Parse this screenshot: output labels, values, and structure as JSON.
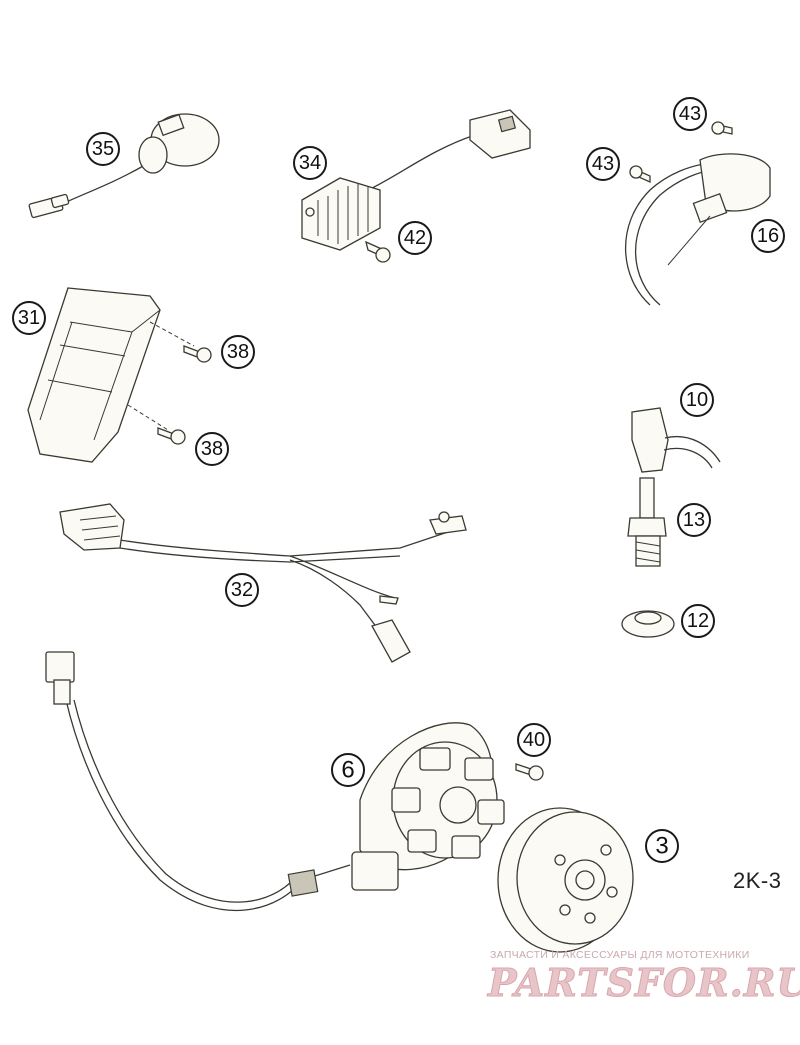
{
  "diagram_code": "2K-3",
  "watermark": {
    "tagline": "ЗАПЧАСТИ И АКСЕССУАРЫ ДЛЯ МОТОТЕХНИКИ",
    "logo": "PARTSFOR.RU"
  },
  "callouts": {
    "c35": "35",
    "c34": "34",
    "c42": "42",
    "c43a": "43",
    "c43b": "43",
    "c16": "16",
    "c31": "31",
    "c38a": "38",
    "c38b": "38",
    "c10": "10",
    "c13": "13",
    "c32": "32",
    "c12": "12",
    "c40": "40",
    "c6": "6",
    "c3": "3"
  },
  "colors": {
    "line": "#3a3a32",
    "part_fill": "#fbfaf4",
    "watermark": "#e7c5c9"
  }
}
